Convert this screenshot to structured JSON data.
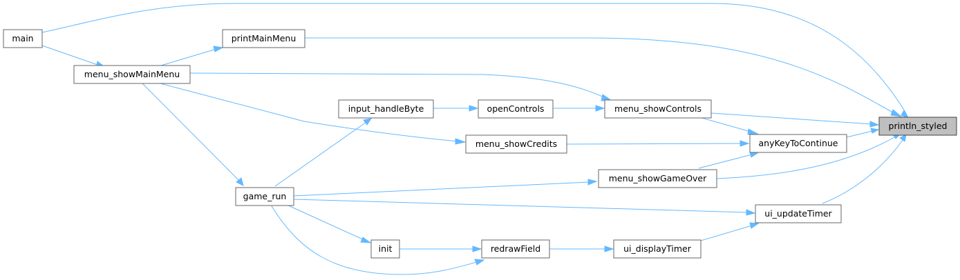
{
  "diagram": {
    "nodes": {
      "main": "main",
      "printMainMenu": "printMainMenu",
      "menu_showMainMenu": "menu_showMainMenu",
      "input_handleByte": "input_handleByte",
      "openControls": "openControls",
      "menu_showControls": "menu_showControls",
      "println_styled": "println_styled",
      "anyKeyToContinue": "anyKeyToContinue",
      "menu_showCredits": "menu_showCredits",
      "menu_showGameOver": "menu_showGameOver",
      "game_run": "game_run",
      "ui_updateTimer": "ui_updateTimer",
      "init": "init",
      "redrawField": "redrawField",
      "ui_displayTimer": "ui_displayTimer"
    },
    "focus_node": "println_styled",
    "edge_color": "#63b8ff",
    "focus_fill": "#bfbfbf"
  }
}
